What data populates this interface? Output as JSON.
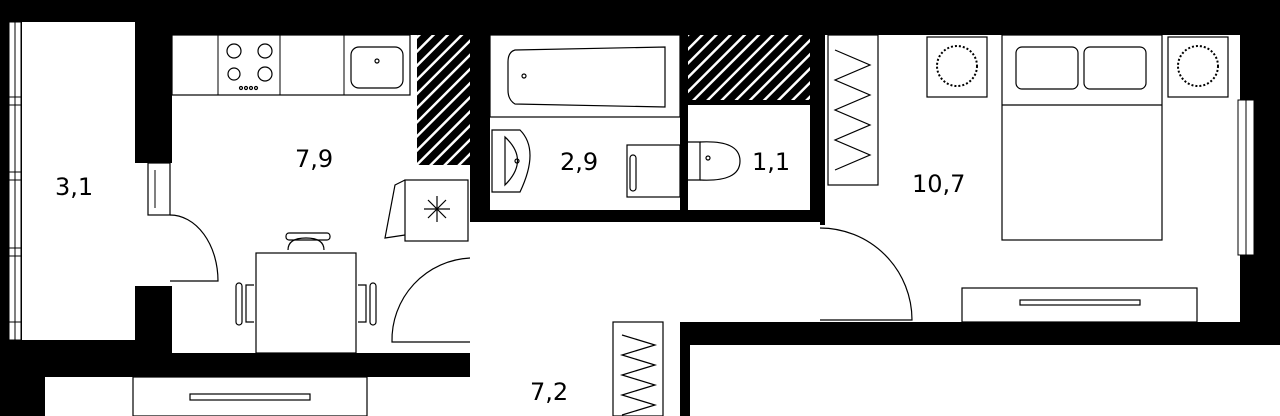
{
  "plan": {
    "rooms": [
      {
        "id": "balcony",
        "area": "3,1"
      },
      {
        "id": "kitchen",
        "area": "7,9"
      },
      {
        "id": "bathroom",
        "area": "2,9"
      },
      {
        "id": "toilet",
        "area": "1,1"
      },
      {
        "id": "bedroom",
        "area": "10,7"
      },
      {
        "id": "hallway",
        "area": "7,2"
      }
    ],
    "colors": {
      "wall": "#000000",
      "floor": "#ffffff"
    }
  }
}
